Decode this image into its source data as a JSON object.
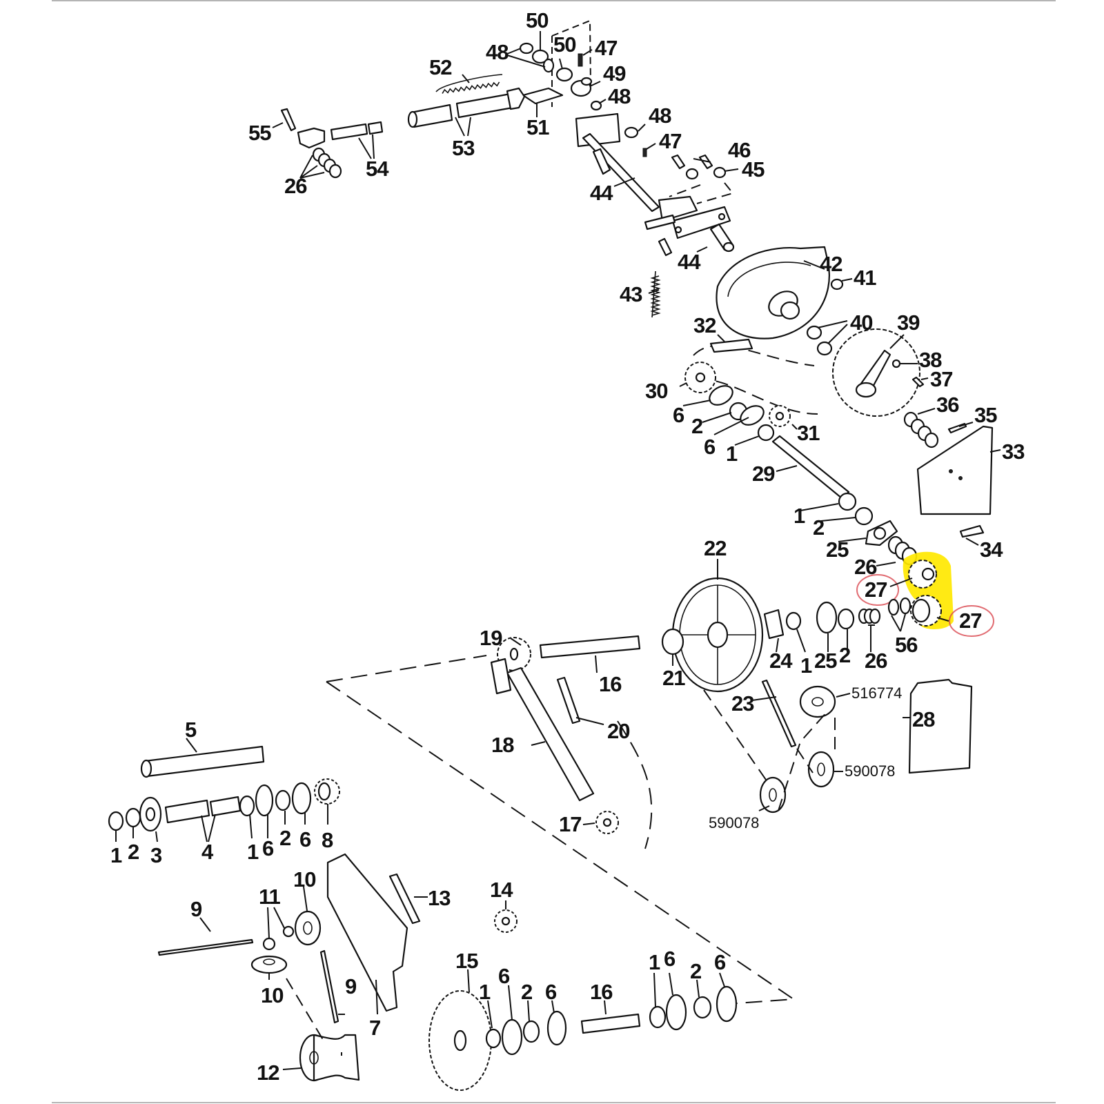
{
  "diagram": {
    "type": "exploded-parts-diagram",
    "highlight_color": "#ffe800",
    "annotation_circle_color": "#d9474f",
    "highlighted_part": "27",
    "labels": {
      "l50a": "50",
      "l50b": "50",
      "l48a": "48",
      "l47a": "47",
      "l52": "52",
      "l49": "49",
      "l48b": "48",
      "l55": "55",
      "l51": "51",
      "l53": "53",
      "l54": "54",
      "l48c": "48",
      "l47b": "47",
      "l46": "46",
      "l26a": "26",
      "l44a": "44",
      "l45": "45",
      "l44b": "44",
      "l42": "42",
      "l41": "41",
      "l43": "43",
      "l32": "32",
      "l40": "40",
      "l39": "39",
      "l38": "38",
      "l37": "37",
      "l30": "30",
      "l6a": "6",
      "l36": "36",
      "l35": "35",
      "l2a": "2",
      "l31": "31",
      "l6b": "6",
      "l33": "33",
      "l1a": "1",
      "l29": "29",
      "l1b": "1",
      "l2b": "2",
      "l25a": "25",
      "l34": "34",
      "l22": "22",
      "l26b": "26",
      "l27a": "27",
      "l27b": "27",
      "l19": "19",
      "l24": "24",
      "l1c": "1",
      "l25b": "25",
      "l2c": "2",
      "l26c": "26",
      "l56": "56",
      "l16a": "16",
      "l21": "21",
      "l23": "23",
      "l20": "20",
      "l28": "28",
      "l5": "5",
      "l18": "18",
      "l17": "17",
      "l1d": "1",
      "l2d": "2",
      "l3": "3",
      "l4": "4",
      "l1e": "1",
      "l6c": "6",
      "l2e": "2",
      "l6d": "6",
      "l8": "8",
      "l13": "13",
      "l14": "14",
      "l11": "11",
      "l10a": "10",
      "l9a": "9",
      "l10b": "10",
      "l9b": "9",
      "l7": "7",
      "l15": "15",
      "l1f": "1",
      "l6e": "6",
      "l2f": "2",
      "l6f": "6",
      "l16b": "16",
      "l1g": "1",
      "l6g": "6",
      "l2g": "2",
      "l6h": "6",
      "l12": "12"
    },
    "part_numbers": {
      "pulley_top": "516774",
      "pulley_mid": "590078",
      "pulley_bottom": "590078"
    }
  }
}
